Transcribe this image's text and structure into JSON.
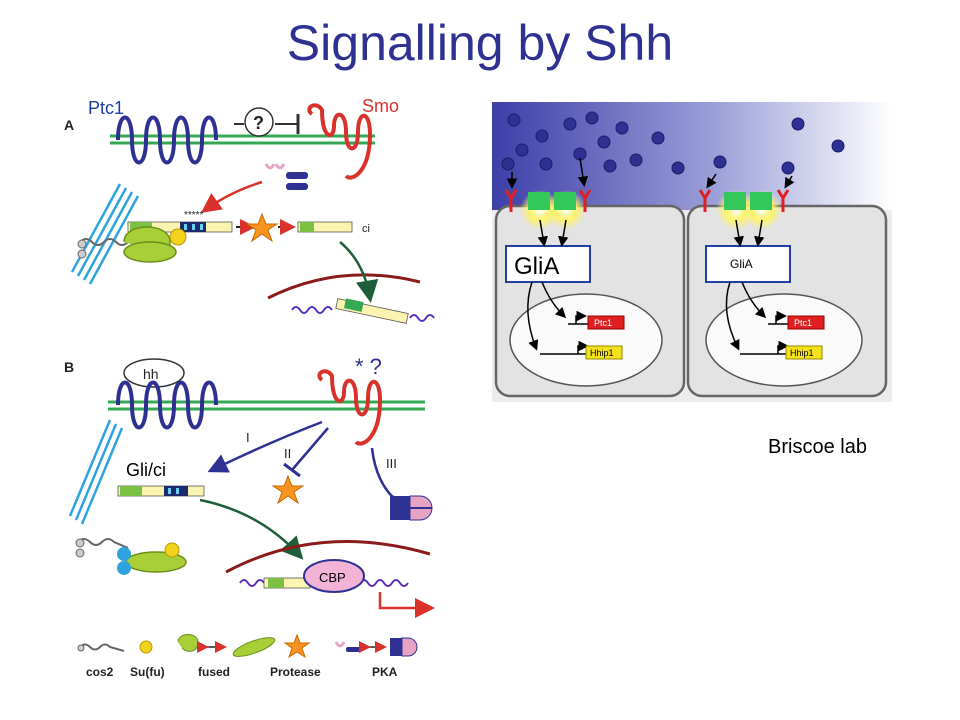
{
  "slide": {
    "title": "Signalling by Shh",
    "credit": "Briscoe lab"
  },
  "panel_a": {
    "letter": "A",
    "ptc1": "Ptc1",
    "smo": "Smo",
    "question": "?",
    "stars": "*****",
    "ci": "ci"
  },
  "panel_b": {
    "letter": "B",
    "hh": "hh",
    "smo_mark": "* ?",
    "path_1": "I",
    "path_2": "II",
    "path_3": "III",
    "gli": "Gli/ci",
    "cbp": "CBP"
  },
  "legend": {
    "cos2": "cos2",
    "sufu": "Su(fu)",
    "fused": "fused",
    "protease": "Protease",
    "pka": "PKA"
  },
  "cells": {
    "left": {
      "gli": "GliA",
      "ptc1": "Ptc1",
      "hhip1": "Hhip1"
    },
    "right": {
      "gli": "GliA",
      "ptc1": "Ptc1",
      "hhip1": "Hhip1"
    }
  }
}
